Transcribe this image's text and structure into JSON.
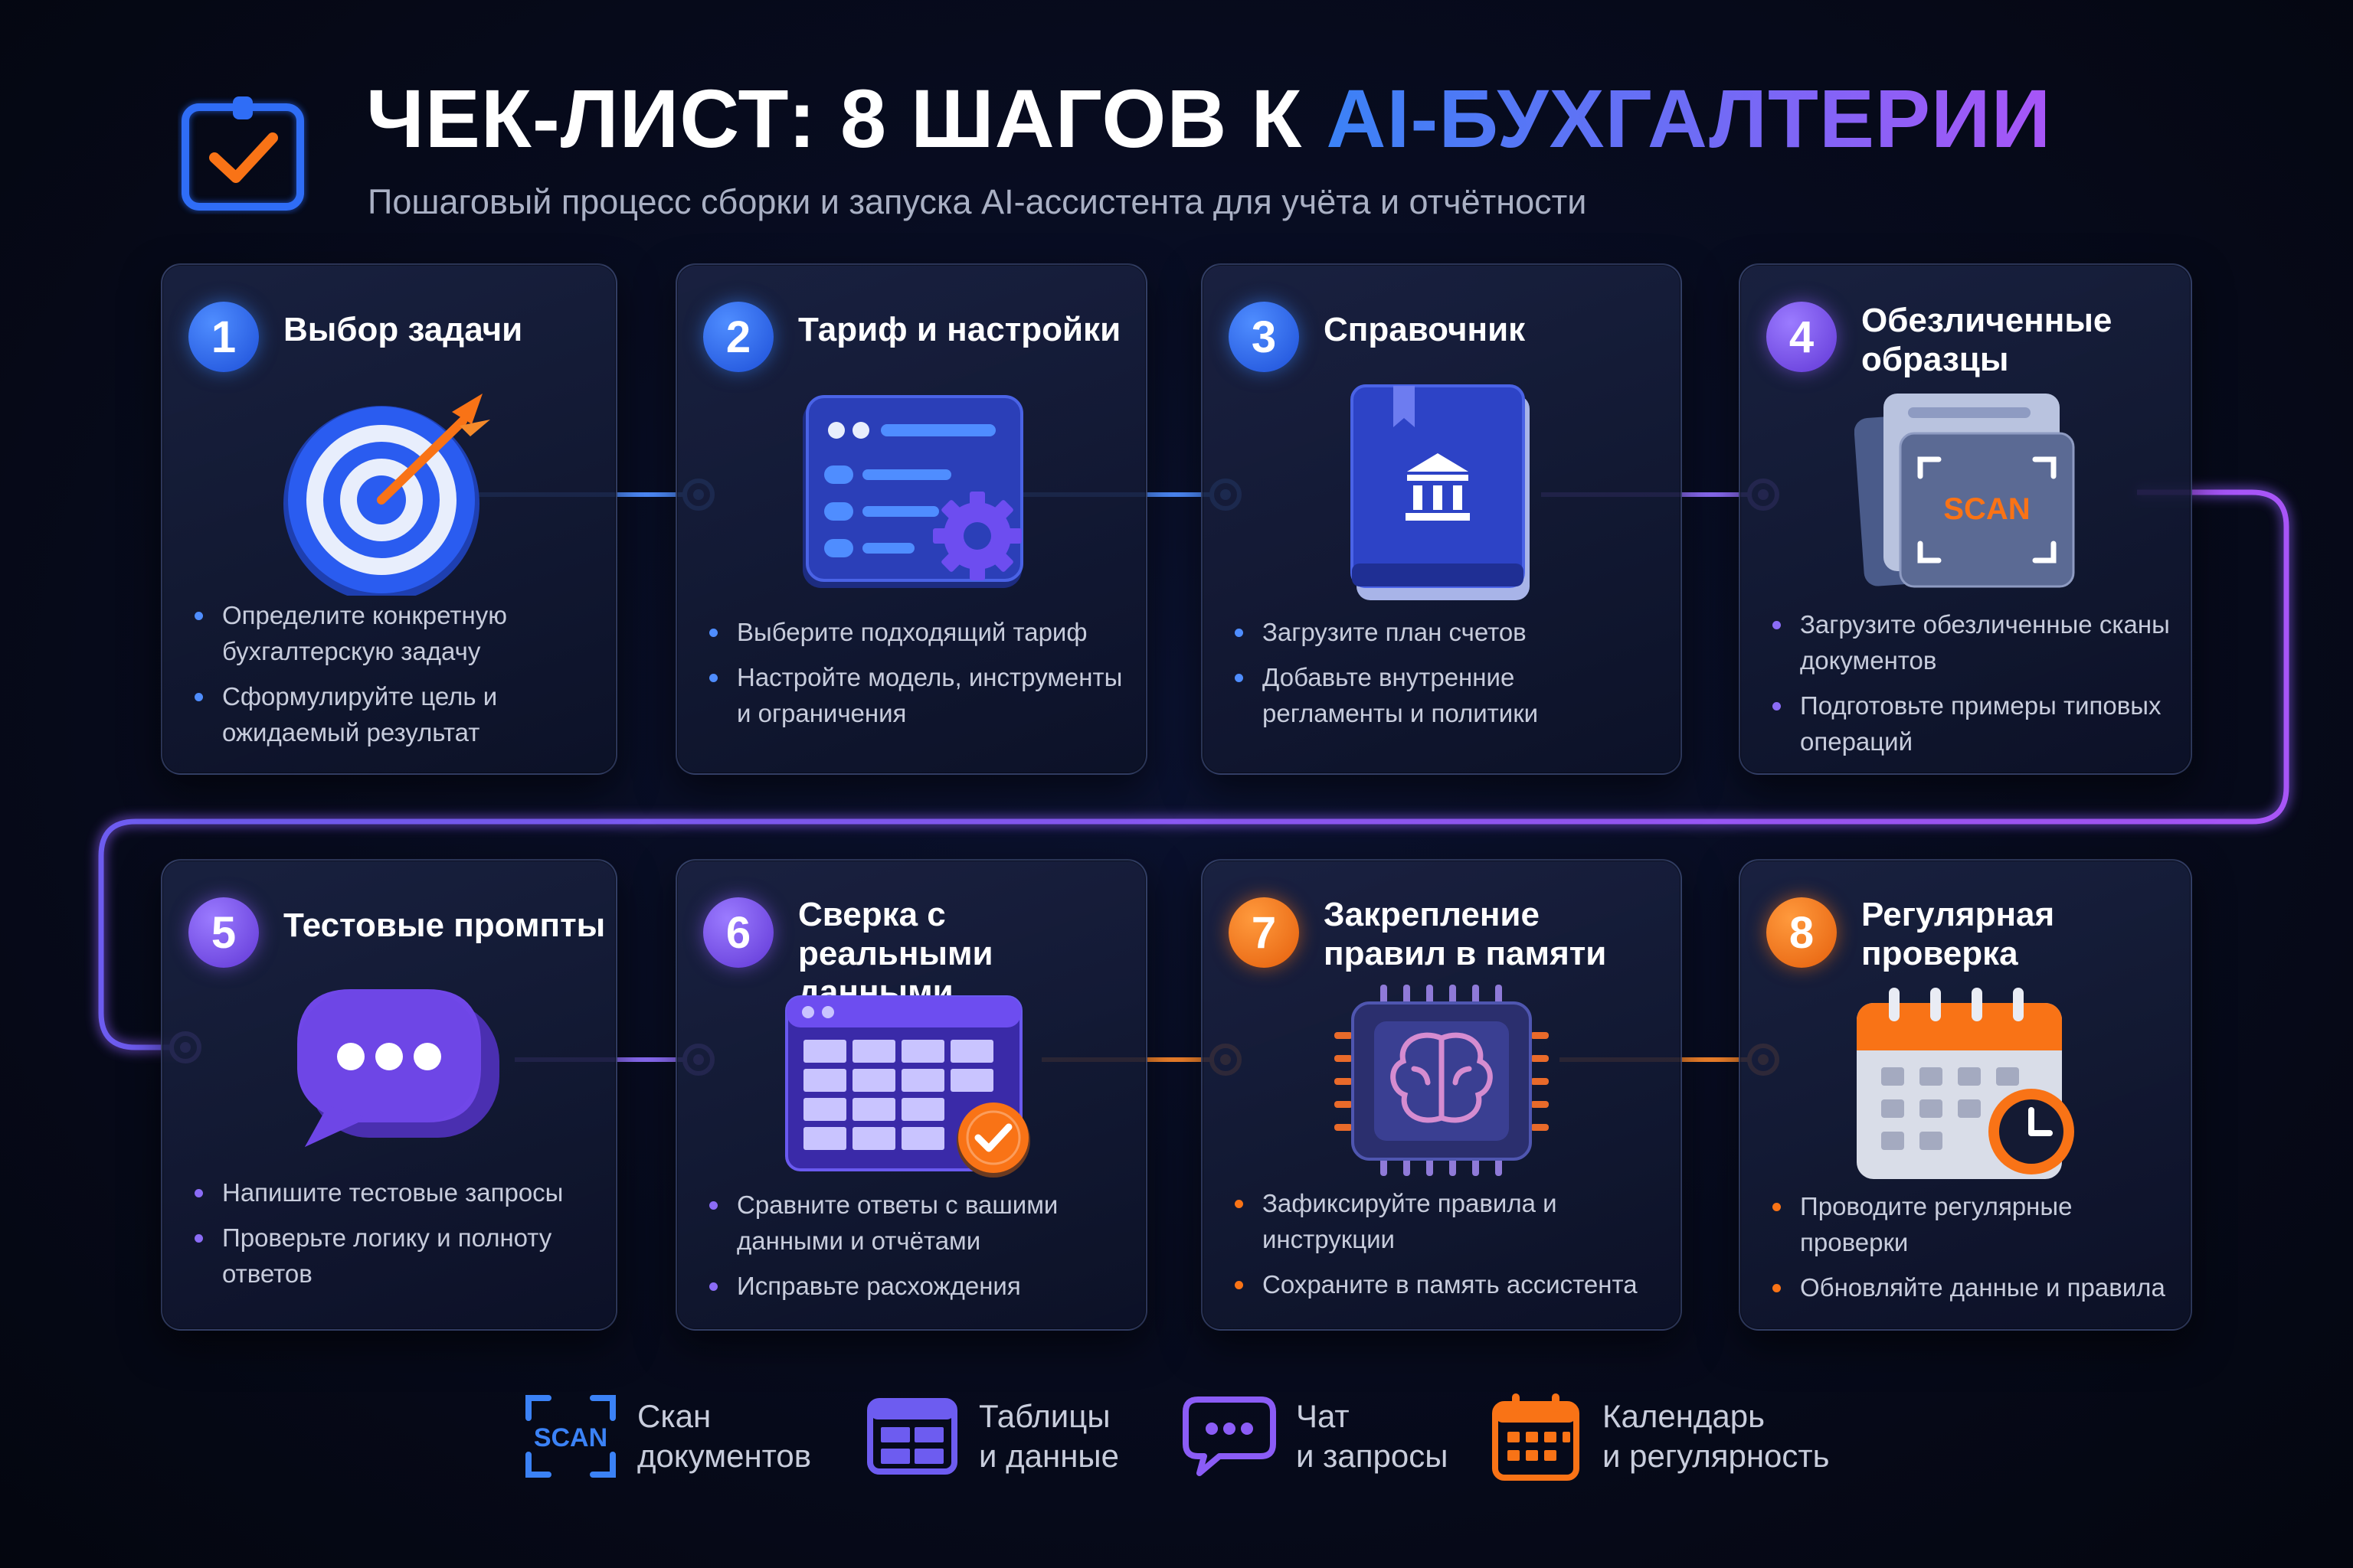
{
  "header": {
    "title_main": "ЧЕК-ЛИСТ: 8 ШАГОВ К ",
    "title_accent": "AI-БУХГАЛТЕРИИ",
    "subtitle": "Пошаговый процесс сборки и запуска AI-ассистента для учёта и отчётности",
    "icon": "checklist-clipboard-icon"
  },
  "steps": [
    {
      "number": "1",
      "title": "Выбор задачи",
      "icon": "target-arrow-icon",
      "color": "#3b82f6",
      "bullets": [
        "Определите конкретную бухгалтерскую задачу",
        "Сформулируйте цель и ожидаемый результат"
      ]
    },
    {
      "number": "2",
      "title": "Тариф и настройки",
      "icon": "settings-panel-icon",
      "color": "#3b82f6",
      "bullets": [
        "Выберите подходящий тариф",
        "Настройте модель, инструменты и ограничения"
      ]
    },
    {
      "number": "3",
      "title": "Справочник",
      "icon": "book-bank-icon",
      "color": "#3b82f6",
      "bullets": [
        "Загрузите план счетов",
        "Добавьте внутренние регламенты и политики"
      ]
    },
    {
      "number": "4",
      "title": "Обезличенные образцы",
      "icon": "scan-documents-icon",
      "color": "#8b5cf6",
      "scan_label": "SCAN",
      "bullets": [
        "Загрузите обезличенные сканы документов",
        "Подготовьте примеры типовых операций"
      ]
    },
    {
      "number": "5",
      "title": "Тестовые промпты",
      "icon": "chat-bubble-icon",
      "color": "#8b5cf6",
      "bullets": [
        "Напишите тестовые запросы",
        "Проверьте логику и полноту ответов"
      ]
    },
    {
      "number": "6",
      "title": "Сверка с реальными данными",
      "icon": "table-check-icon",
      "color": "#8b5cf6",
      "bullets": [
        "Сравните ответы с вашими данными и отчётами",
        "Исправьте расхождения"
      ]
    },
    {
      "number": "7",
      "title": "Закрепление правил в памяти",
      "icon": "brain-chip-icon",
      "color": "#f97316",
      "bullets": [
        "Зафиксируйте правила и инструкции",
        "Сохраните в память ассистента"
      ]
    },
    {
      "number": "8",
      "title": "Регулярная проверка",
      "icon": "calendar-clock-icon",
      "color": "#f97316",
      "bullets": [
        "Проводите регулярные проверки",
        "Обновляйте данные и правила"
      ]
    }
  ],
  "legend": [
    {
      "icon": "scan-icon",
      "icon_text": "SCAN",
      "line1": "Скан",
      "line2": "документов",
      "color": "#3b82f6"
    },
    {
      "icon": "table-icon",
      "line1": "Таблицы",
      "line2": "и данные",
      "color": "#6d5cf0"
    },
    {
      "icon": "chat-icon",
      "line1": "Чат",
      "line2": "и запросы",
      "color": "#8b5cf6"
    },
    {
      "icon": "calendar-icon",
      "line1": "Календарь",
      "line2": "и регулярность",
      "color": "#f97316"
    }
  ]
}
